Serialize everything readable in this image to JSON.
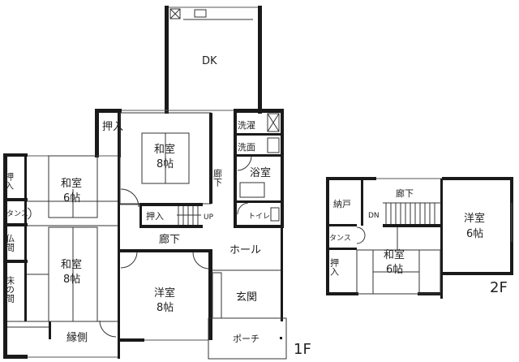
{
  "floor1": {
    "label": "1F",
    "rooms": {
      "dk": "DK",
      "oshiire_top": "押入",
      "washitsu8_top": [
        "和室",
        "8帖"
      ],
      "rouka_vertical": "廊下",
      "sentaku": "洗濯",
      "senmen": "洗面",
      "yokushitsu": "浴室",
      "oshiire_stairs": "押入",
      "up": "UP",
      "toilet": "トイレ",
      "oshiire_left": "押入",
      "washitsu6": [
        "和室",
        "6帖"
      ],
      "tansu": "タンス",
      "butsuma": "仏間",
      "washitsu8_left": [
        "和室",
        "8帖"
      ],
      "tokonoma": "床の間",
      "rouka": "廊下",
      "hall": "ホール",
      "youshitsu8": [
        "洋室",
        "8帖"
      ],
      "genkan": "玄関",
      "engawa": "縁側",
      "porch": "ポーチ"
    }
  },
  "floor2": {
    "label": "2F",
    "rooms": {
      "nando": "納戸",
      "rouka": "廊下",
      "dn": "DN",
      "youshitsu6": [
        "洋室",
        "6帖"
      ],
      "tansu": "タンス",
      "oshiire": "押入",
      "washitsu6": [
        "和室",
        "6帖"
      ]
    }
  }
}
